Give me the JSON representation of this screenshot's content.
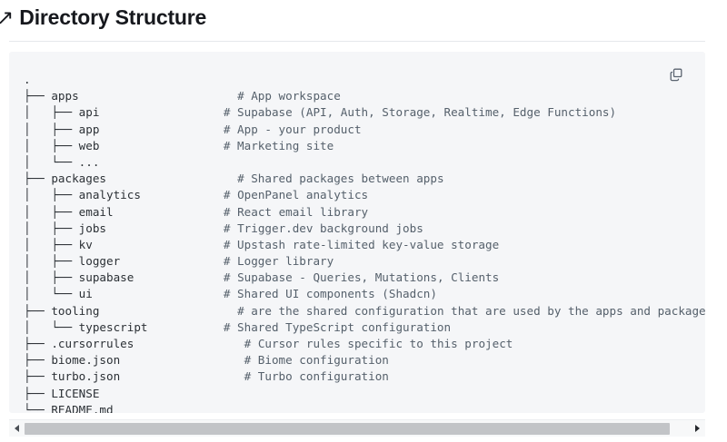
{
  "heading": {
    "anchor_glyph": "↗",
    "text": "Directory Structure"
  },
  "code_block": {
    "copy_icon": "copy-icon",
    "language": "text",
    "lines": [
      {
        "tree": ".",
        "comment": ""
      },
      {
        "tree": "├── apps",
        "comment": "# App workspace"
      },
      {
        "tree": "│   ├── api",
        "comment": "# Supabase (API, Auth, Storage, Realtime, Edge Functions)"
      },
      {
        "tree": "│   ├── app",
        "comment": "# App - your product"
      },
      {
        "tree": "│   ├── web",
        "comment": "# Marketing site"
      },
      {
        "tree": "│   └── ...",
        "comment": ""
      },
      {
        "tree": "├── packages",
        "comment": "# Shared packages between apps"
      },
      {
        "tree": "│   ├── analytics",
        "comment": "# OpenPanel analytics"
      },
      {
        "tree": "│   ├── email",
        "comment": "# React email library"
      },
      {
        "tree": "│   ├── jobs",
        "comment": "# Trigger.dev background jobs"
      },
      {
        "tree": "│   ├── kv",
        "comment": "# Upstash rate-limited key-value storage"
      },
      {
        "tree": "│   ├── logger",
        "comment": "# Logger library"
      },
      {
        "tree": "│   ├── supabase",
        "comment": "# Supabase - Queries, Mutations, Clients"
      },
      {
        "tree": "│   └── ui",
        "comment": "# Shared UI components (Shadcn)"
      },
      {
        "tree": "├── tooling",
        "comment": "# are the shared configuration that are used by the apps and packages"
      },
      {
        "tree": "│   └── typescript",
        "comment": "# Shared TypeScript configuration"
      },
      {
        "tree": "├── .cursorrules",
        "comment": "# Cursor rules specific to this project"
      },
      {
        "tree": "├── biome.json",
        "comment": "# Biome configuration"
      },
      {
        "tree": "├── turbo.json",
        "comment": "# Turbo configuration"
      },
      {
        "tree": "├── LICENSE",
        "comment": ""
      },
      {
        "tree": "└── README.md",
        "comment": ""
      }
    ]
  },
  "scrollbar": {
    "left_arrow_icon": "triangle-left-icon",
    "right_arrow_icon": "triangle-right-icon",
    "thumb_name": "scrollbar-thumb"
  },
  "colors": {
    "page_background": "#ffffff",
    "code_background": "#f5f6f8",
    "heading_text": "#16181d",
    "code_text": "#2b3035",
    "comment_text": "#55606b",
    "rule": "#e6e8eb",
    "scrollbar_thumb": "#c2c4c7"
  }
}
